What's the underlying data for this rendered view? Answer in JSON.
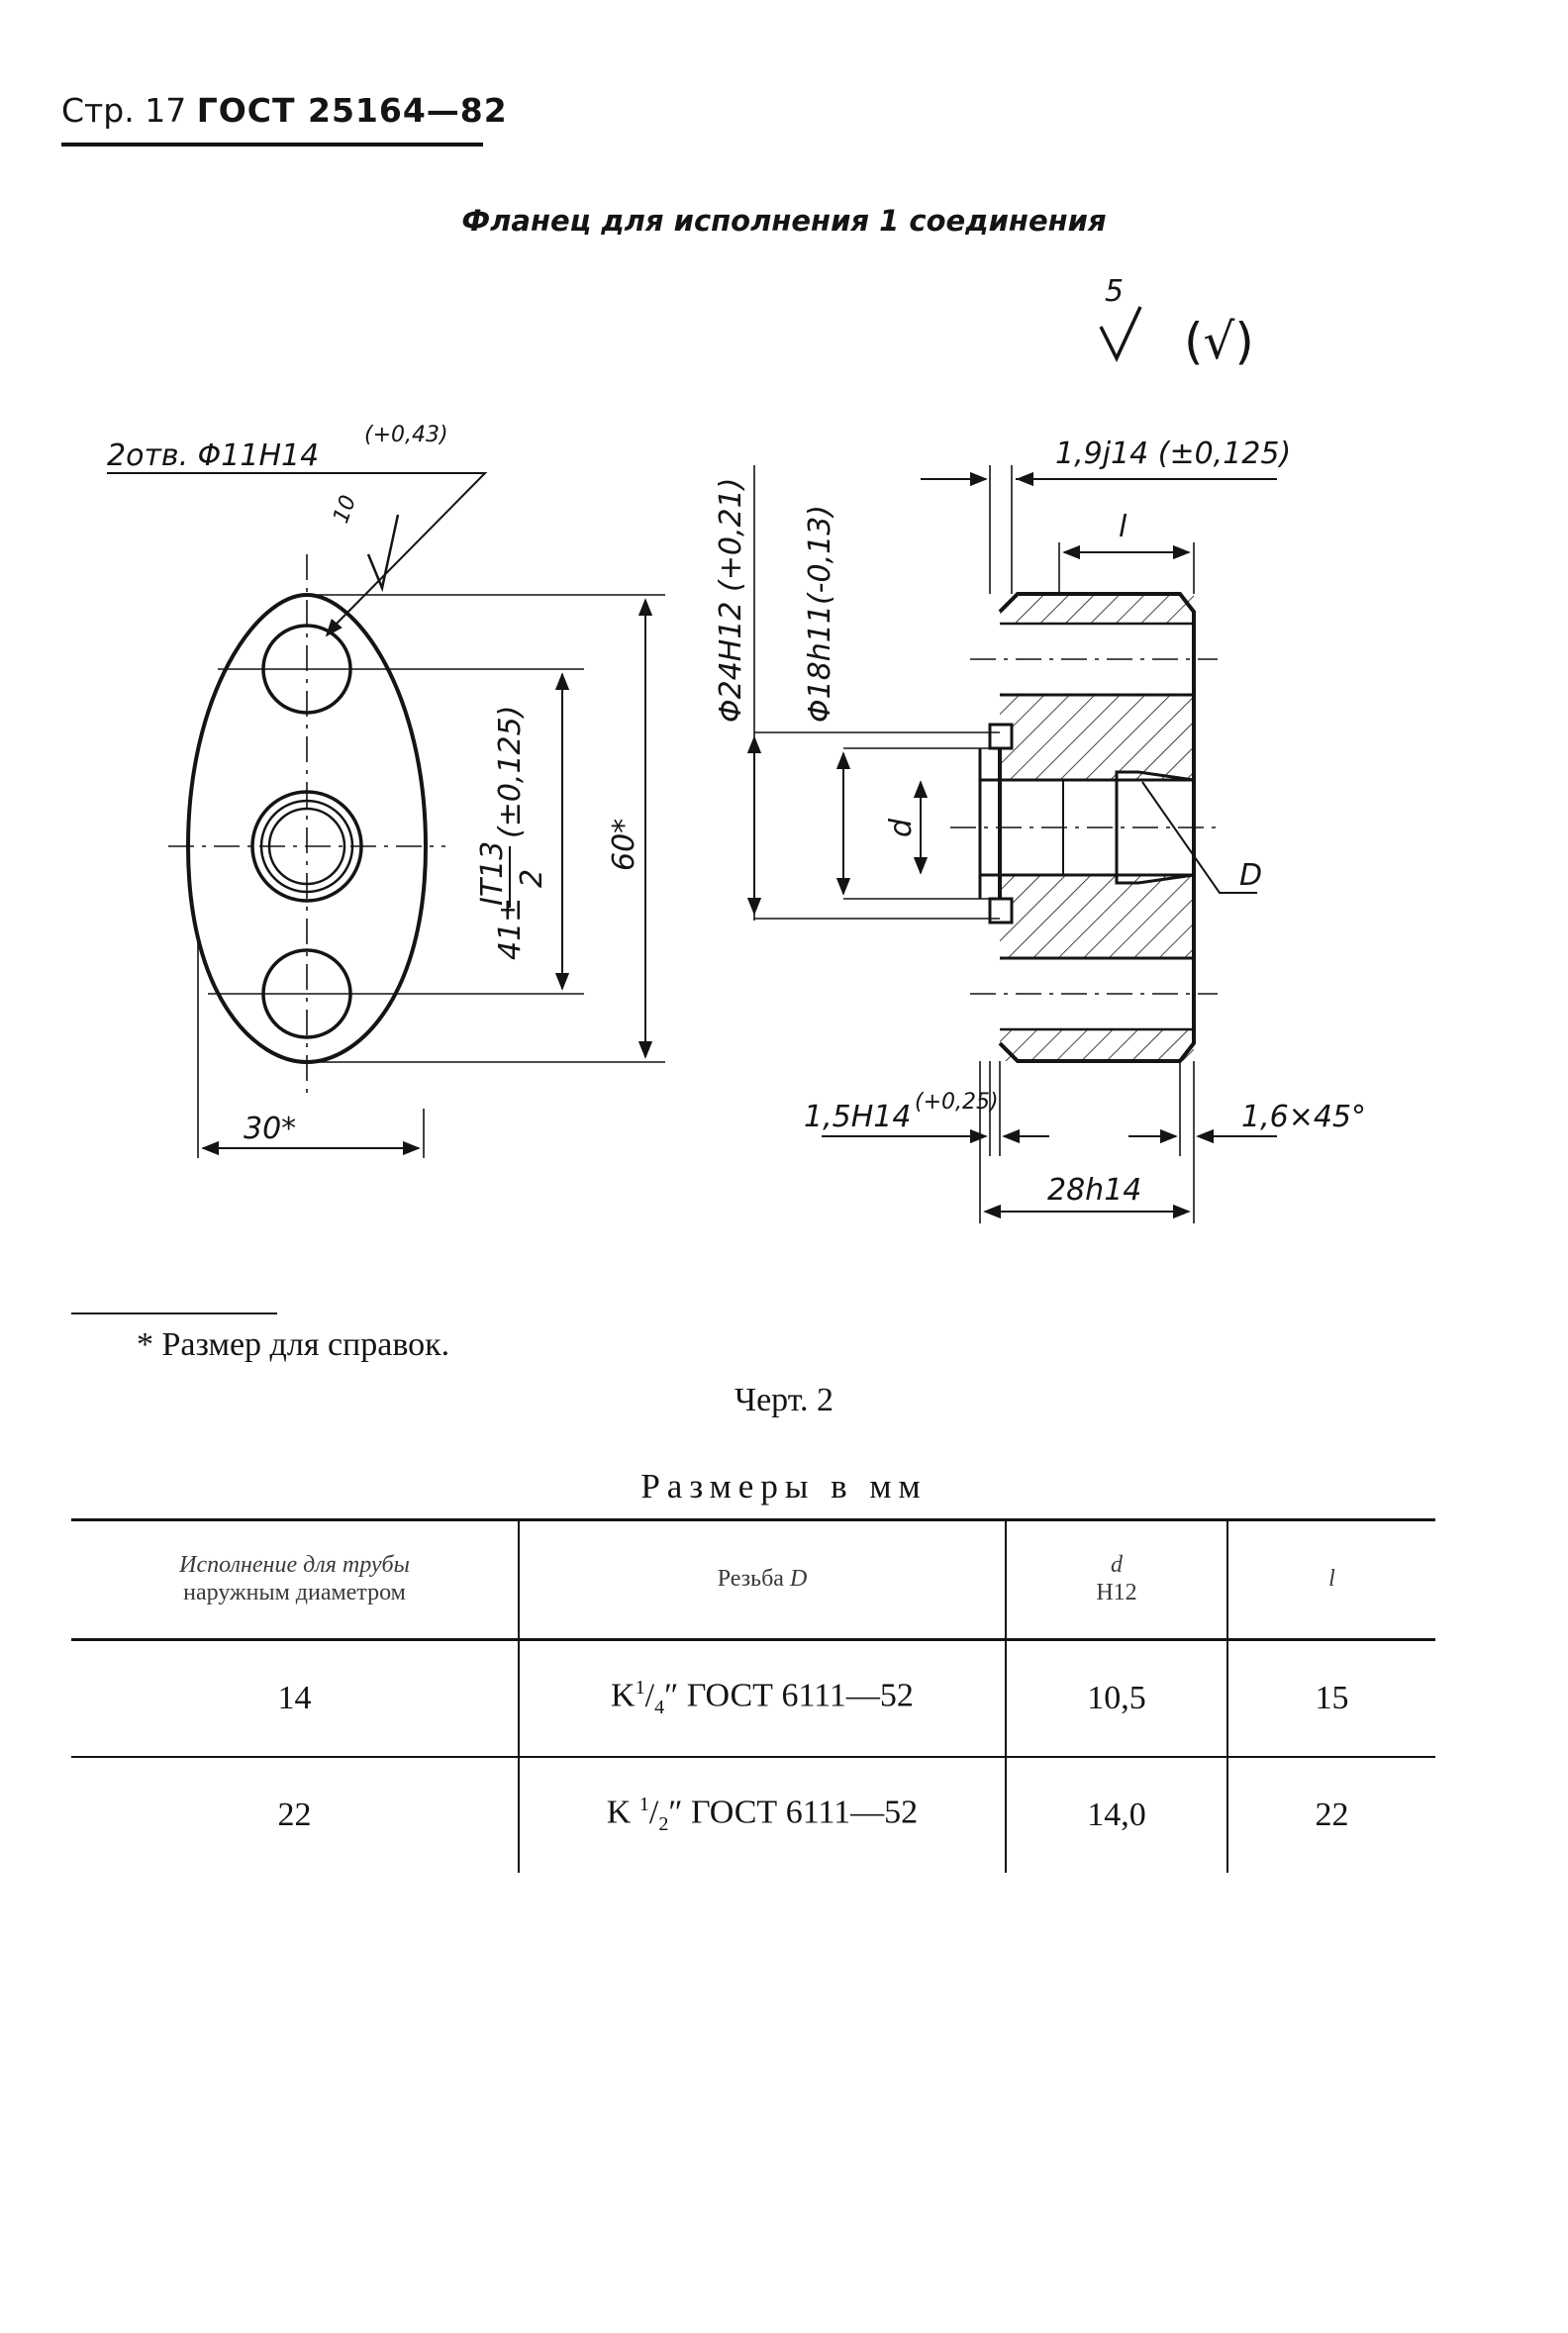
{
  "header": {
    "page_label": "Стр. 17",
    "document": "ГОСТ 25164—82"
  },
  "drawing": {
    "title": "Фланец для исполнения 1 соединения",
    "roughness": {
      "value": "5",
      "suffix": "(√)"
    },
    "labels": {
      "holes": "2отв. Φ11H14",
      "holes_tol": "(+0,43)",
      "hole_roughness": "10",
      "width": "30*",
      "height": "60*",
      "spacing": "41±",
      "spacing_num": "IT13",
      "spacing_den": "2",
      "spacing_tol": "(±0,125)",
      "dia24": "Φ24H12 (+0,21)",
      "dia18": "Φ18h11(-0,13)",
      "groove": "1,9j14 (±0,125)",
      "l_dim": "l",
      "d_dim": "d",
      "thread": "D",
      "face": "1,5H14",
      "face_tol": "(+0,25)",
      "chamfer": "1,6×45°",
      "length": "28h14"
    }
  },
  "footnote": "* Размер для справок.",
  "figure_caption": "Черт. 2",
  "units_caption": "Размеры в мм",
  "table": {
    "headers": {
      "col1_line1": "Исполнение для трубы",
      "col1_line2": "наружным диаметром",
      "col2_text": "Резьба",
      "col2_italic": "D",
      "col3_line1": "d",
      "col3_line2": "H12",
      "col4": "l"
    },
    "rows": [
      {
        "diameter": "14",
        "thread_prefix": "K",
        "thread_num": "1",
        "thread_den": "4",
        "thread_suffix": "″ ГОСТ 6111—52",
        "d": "10,5",
        "l": "15"
      },
      {
        "diameter": "22",
        "thread_prefix": "K ",
        "thread_num": "1",
        "thread_den": "2",
        "thread_suffix": "″ ГОСТ 6111—52",
        "d": "14,0",
        "l": "22"
      }
    ]
  }
}
